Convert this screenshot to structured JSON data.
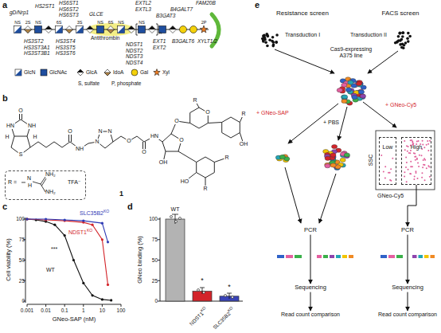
{
  "diagram": {
    "nodes": [
      {
        "text": [
          "R =",
          "N",
          "H",
          "NH₂",
          "NH₂",
          "TFA⁻"
        ]
      },
      {
        "text": [
          "PCR"
        ]
      },
      {
        "text": [
          "Sequencing"
        ]
      },
      {
        "text": [
          "Read count comparison"
        ]
      },
      {
        "text": [
          "Low"
        ]
      },
      {
        "text": [
          "High"
        ]
      },
      {
        "text": [
          "PCR"
        ]
      },
      {
        "text": [
          "Sequencing"
        ]
      },
      {
        "text": [
          "Read count comparison"
        ]
      }
    ],
    "edges": [
      {
        "from": 1,
        "to": 2,
        "arrow": "to"
      },
      {
        "from": 2,
        "to": 3,
        "arrow": "to"
      },
      {
        "from": 5,
        "to": 6,
        "arrow": "to"
      },
      {
        "from": 6,
        "to": 7,
        "arrow": "to"
      },
      {
        "from": 7,
        "to": 8,
        "arrow": "to"
      }
    ],
    "labels": [
      "a",
      "b",
      "c",
      "d",
      "e",
      "gD/Nrp1",
      "HS2ST1",
      "HS6ST1",
      "HS6ST2",
      "HS6ST3",
      "GLCE",
      "Antithrombin",
      "EXTL2",
      "EXTL3",
      "B4GALT7",
      "FAM20B",
      "B3GAT3",
      "HS3ST2",
      "HS3ST3A1",
      "HS3ST3B1",
      "HS3ST4",
      "HS3ST5",
      "HS3ST6",
      "NDST1",
      "NDST2",
      "NDST3",
      "NDST4",
      "EXT1",
      "EXT2",
      "B3GALT6",
      "XYLT1/2",
      "NS",
      "2S",
      "NS",
      "6S",
      "3S",
      "NS",
      "6S",
      "NS",
      "NS",
      "2P",
      "n",
      "S, sulfate",
      "P, phosphate",
      "S",
      "HN",
      "NH",
      "O",
      "H",
      "H",
      "O",
      "NH",
      "N",
      "N",
      "N",
      "O",
      "O",
      "HN",
      "O",
      "O",
      "O",
      "R",
      "R",
      "R",
      "R",
      "OH",
      "OH",
      "HO",
      "1",
      "Cell viability (%)",
      "100",
      "75",
      "50",
      "25",
      "0",
      "0.001",
      "0.01",
      "0.1",
      "1",
      "10",
      "100",
      "GNeo-SAP (nM)",
      "SLC35B2",
      "KO",
      "NDST1",
      "KO",
      "WT",
      "***",
      "GNeo binding (%)",
      "100",
      "75",
      "50",
      "25",
      "0",
      "WT",
      "*",
      "*",
      "NDST1",
      "KO",
      "SLC35B2",
      "KO",
      "Resistance screen",
      "FACS screen",
      "Transduction I",
      "Transduction II",
      "Cas9-expressing A375 line",
      "+ GNeo-SAP",
      "+ PBS",
      "+ GNeo-Cy5",
      "SSC",
      "GNeo-Cy5"
    ],
    "legend": [
      {
        "text": "GlcN"
      },
      {
        "text": "GlcNAc"
      },
      {
        "text": "GlcA"
      },
      {
        "text": "IdoA"
      },
      {
        "text": "Gal"
      },
      {
        "text": "Xyl"
      }
    ]
  }
}
